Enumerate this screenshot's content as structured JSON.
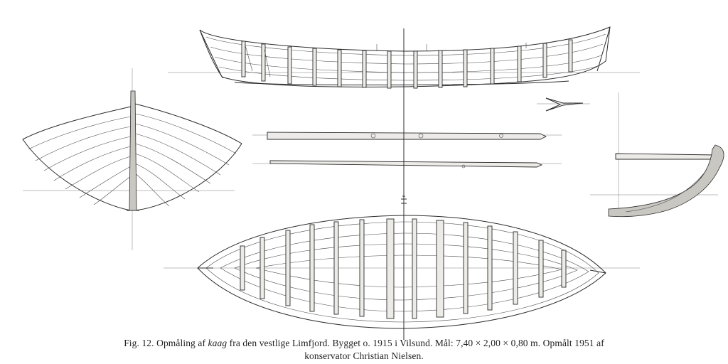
{
  "caption": {
    "line1_prefix": "Fig. 12. Opmåling af ",
    "line1_italic": "kaag",
    "line1_suffix": " fra den vestlige Limfjord. Bygget o. 1915 i Vilsund. Mål: 7,40 × 2,00 × 0,80 m. Opmålt 1951 af",
    "line2": "konservator Christian Nielsen."
  },
  "colors": {
    "ink": "#2b2b2b",
    "paper": "#ffffff"
  }
}
